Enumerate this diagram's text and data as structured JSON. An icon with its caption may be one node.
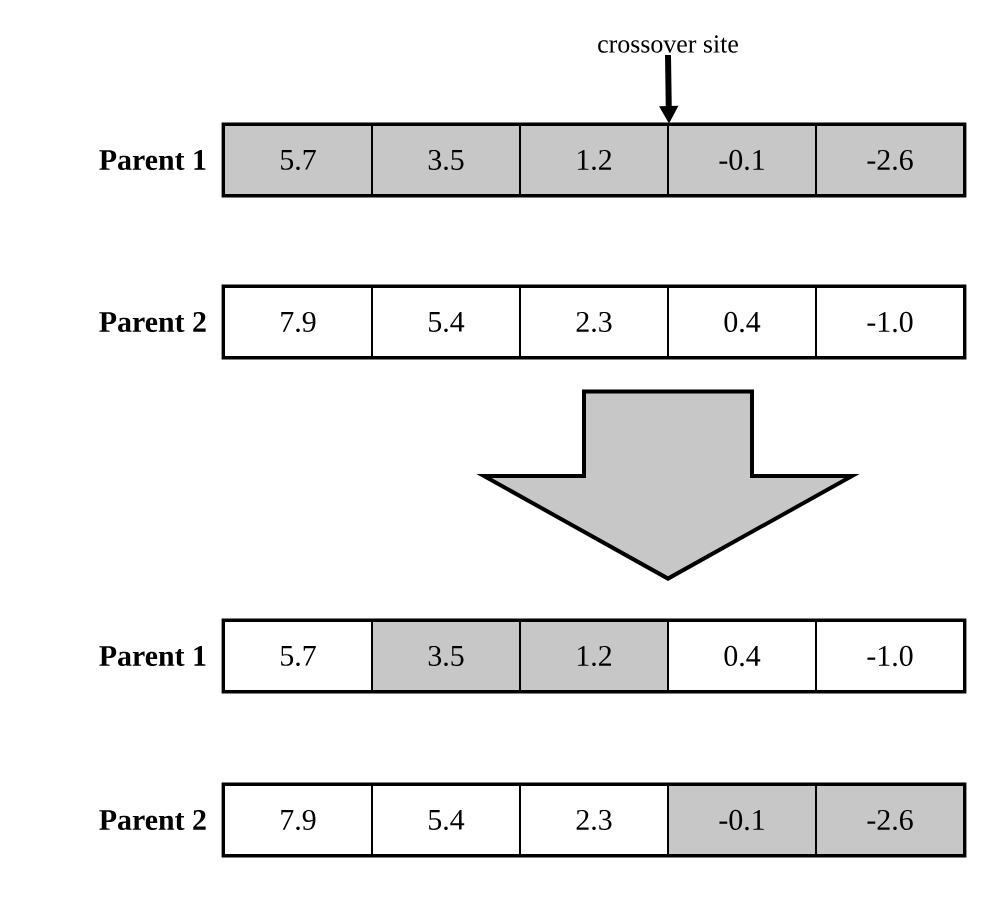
{
  "diagram": {
    "nodes": [
      {
        "text": [
          "crossover site"
        ]
      },
      {
        "text": [],
        "shape": "bar",
        "beside": [
          "Parent 1"
        ]
      },
      {
        "text": [
          "5.7"
        ],
        "in": 1
      },
      {
        "text": [
          "3.5"
        ],
        "in": 1
      },
      {
        "text": [
          "1.2"
        ],
        "in": 1
      },
      {
        "text": [
          "-0.1"
        ],
        "in": 1
      },
      {
        "text": [
          "-2.6"
        ],
        "in": 1
      },
      {
        "text": [],
        "shape": "bar",
        "beside": [
          "Parent 2"
        ]
      },
      {
        "text": [
          "7.9"
        ],
        "in": 7
      },
      {
        "text": [
          "5.4"
        ],
        "in": 7
      },
      {
        "text": [
          "2.3"
        ],
        "in": 7
      },
      {
        "text": [
          "0.4"
        ],
        "in": 7
      },
      {
        "text": [
          "-1.0"
        ],
        "in": 7
      },
      {
        "text": [],
        "shape": "bar",
        "beside": [
          "Parent 1"
        ]
      },
      {
        "text": [
          "5.7"
        ],
        "in": 13
      },
      {
        "text": [
          "3.5"
        ],
        "in": 13
      },
      {
        "text": [
          "1.2"
        ],
        "in": 13
      },
      {
        "text": [
          "0.4"
        ],
        "in": 13
      },
      {
        "text": [
          "-1.0"
        ],
        "in": 13
      },
      {
        "text": [],
        "shape": "bar",
        "beside": [
          "Parent 2"
        ]
      },
      {
        "text": [
          "7.9"
        ],
        "in": 19
      },
      {
        "text": [
          "5.4"
        ],
        "in": 19
      },
      {
        "text": [
          "2.3"
        ],
        "in": 19
      },
      {
        "text": [
          "-0.1"
        ],
        "in": 19
      },
      {
        "text": [
          "-2.6"
        ],
        "in": 19
      }
    ],
    "edges": [
      {
        "from": 0,
        "to": 4,
        "arrow": "to"
      },
      {
        "from": 7,
        "to": 13,
        "arrow": "to"
      }
    ]
  }
}
